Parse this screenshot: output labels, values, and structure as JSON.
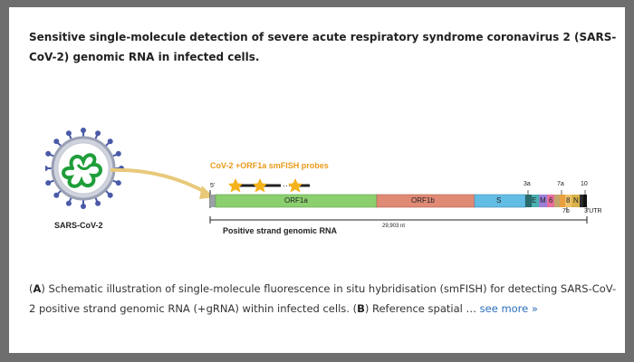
{
  "title": "Sensitive single-molecule detection of severe acute respiratory syndrome coronavirus 2 (SARS-CoV-2) genomic RNA in infected cells.",
  "figure": {
    "virus_label": "SARS-CoV-2",
    "probes_label": "CoV-2 +ORF1a smFISH probes",
    "five_prime": "5'",
    "segments": {
      "orf1a": "ORF1a",
      "orf1b": "ORF1b",
      "s": "S",
      "e": "E",
      "m": "M",
      "six": "6",
      "eight": "8",
      "n": "N"
    },
    "top_labels": {
      "3a": "3a",
      "7a": "7a",
      "10": "10"
    },
    "bottom_labels": {
      "7b": "7b",
      "utr": "3'UTR"
    },
    "length_label": "29,903 nt",
    "strand_label": "Positive strand genomic RNA",
    "colors": {
      "orf1a": "#8bcf6e",
      "orf1b": "#e08a75",
      "s": "#63bce4",
      "probe_star": "#f5b21b",
      "probes_text": "#e89a1a",
      "spike": "#4a5aa8",
      "rna": "#1f9e3a"
    }
  },
  "caption": {
    "part_a": "A",
    "text_a": ") Schematic illustration of single-molecule fluorescence in situ hybridisation (smFISH) for detecting SARS-CoV-2 positive strand genomic RNA (+gRNA) within infected cells. (",
    "part_b": "B",
    "text_b": ") Reference spatial … ",
    "see_more": "see more »"
  }
}
